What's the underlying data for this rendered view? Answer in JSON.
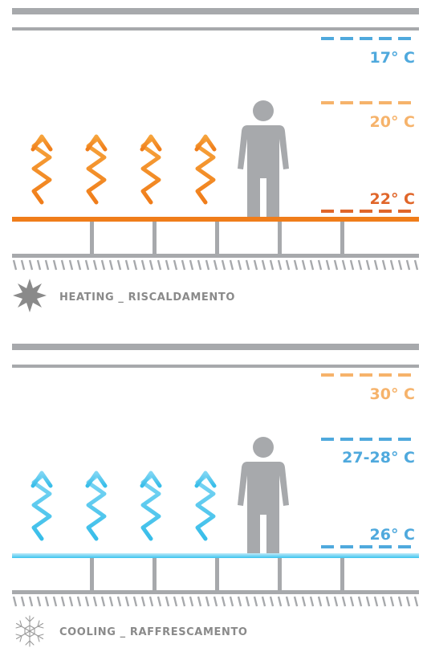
{
  "colors": {
    "gray": "#a7a9ac",
    "dark_gray": "#8a8a8a",
    "orange": "#f07d1a",
    "light_orange": "#f6b36b",
    "dark_orange": "#e0662a",
    "blue": "#4fa9dd",
    "cyan": "#3cc4ef",
    "cyan_light": "#9be0f7"
  },
  "heating": {
    "caption": "HEATING _ RISCALDAMENTO",
    "icon": "sun-icon",
    "levels": [
      {
        "label": "17° C",
        "color": "#4fa9dd"
      },
      {
        "label": "20° C",
        "color": "#f6b36b"
      },
      {
        "label": "22° C",
        "color": "#e0662a"
      }
    ]
  },
  "cooling": {
    "caption": "COOLING _ RAFFRESCAMENTO",
    "icon": "snowflake-icon",
    "levels": [
      {
        "label": "30° C",
        "color": "#f6b36b"
      },
      {
        "label": "27-28° C",
        "color": "#4fa9dd"
      },
      {
        "label": "26° C",
        "color": "#4fa9dd"
      }
    ]
  }
}
